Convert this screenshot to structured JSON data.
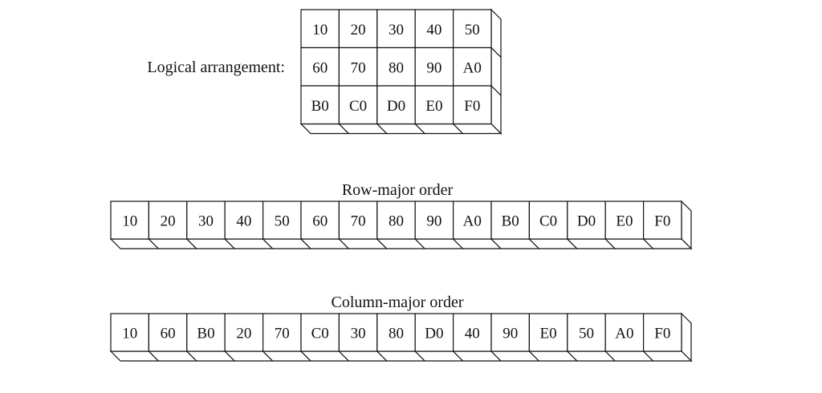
{
  "logical": {
    "label": "Logical arrangement:",
    "rows": [
      [
        "10",
        "20",
        "30",
        "40",
        "50"
      ],
      [
        "60",
        "70",
        "80",
        "90",
        "A0"
      ],
      [
        "B0",
        "C0",
        "D0",
        "E0",
        "F0"
      ]
    ]
  },
  "row_major": {
    "title": "Row-major order",
    "cells": [
      "10",
      "20",
      "30",
      "40",
      "50",
      "60",
      "70",
      "80",
      "90",
      "A0",
      "B0",
      "C0",
      "D0",
      "E0",
      "F0"
    ]
  },
  "column_major": {
    "title": "Column-major order",
    "cells": [
      "10",
      "60",
      "B0",
      "20",
      "70",
      "C0",
      "30",
      "80",
      "D0",
      "40",
      "90",
      "E0",
      "50",
      "A0",
      "F0"
    ]
  }
}
